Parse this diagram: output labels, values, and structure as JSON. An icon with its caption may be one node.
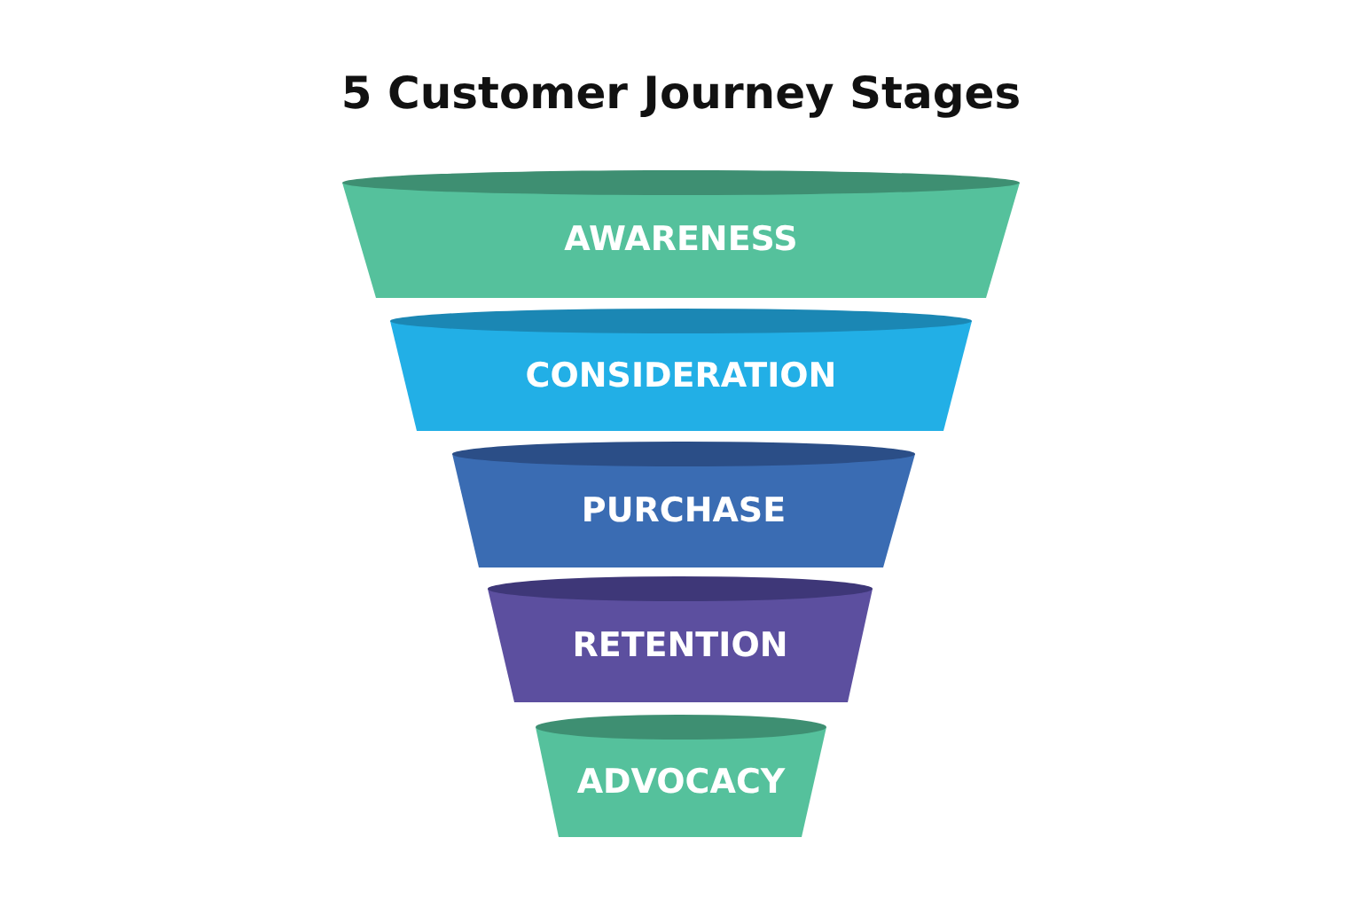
{
  "diagram": {
    "title": "5 Customer Journey Stages",
    "nodes": [
      {
        "text": [
          "AWARENESS"
        ]
      },
      {
        "text": [
          "CONSIDERATION"
        ]
      },
      {
        "text": [
          "PURCHASE"
        ]
      },
      {
        "text": [
          "RETENTION"
        ]
      },
      {
        "text": [
          "ADVOCACY"
        ]
      }
    ]
  }
}
